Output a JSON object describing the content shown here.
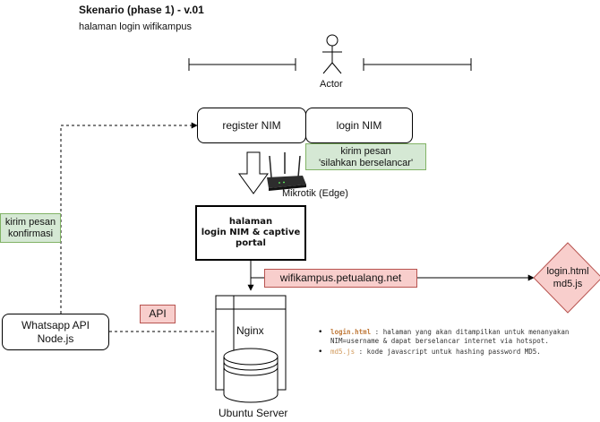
{
  "header": {
    "title": "Skenario (phase 1) - v.01",
    "subtitle": "halaman login wifikampus"
  },
  "actor": {
    "label": "Actor"
  },
  "buttons": {
    "register": "register NIM",
    "login": "login NIM"
  },
  "notes": {
    "kirim_pesan_line1": "kirim pesan",
    "kirim_pesan_line2": "'silahkan berselancar'",
    "konfirmasi_line1": "kirim pesan",
    "konfirmasi_line2": "konfirmasi",
    "domain": "wifikampus.petualang.net",
    "api": "API"
  },
  "router": {
    "label": "Mikrotik (Edge)"
  },
  "captive": {
    "line1": "halaman",
    "line2": "login NIM & captive",
    "line3": "portal"
  },
  "files_node": {
    "line1": "login.html",
    "line2": "md5.js"
  },
  "whatsapp": {
    "line1": "Whatsapp API",
    "line2": "Node.js"
  },
  "server": {
    "nginx": "Nginx",
    "label": "Ubuntu Server"
  },
  "descriptions": [
    {
      "file": "login.html",
      "text": " : halaman yang akan ditampilkan untuk menanyakan NIM=username & dapat berselancar internet via hotspot."
    },
    {
      "file": "md5.js",
      "text": " : kode javascript untuk hashing password MD5."
    }
  ],
  "colors": {
    "green_fill": "#d5e8d4",
    "green_border": "#82b366",
    "red_fill": "#f8cecc",
    "red_border": "#b85450"
  }
}
